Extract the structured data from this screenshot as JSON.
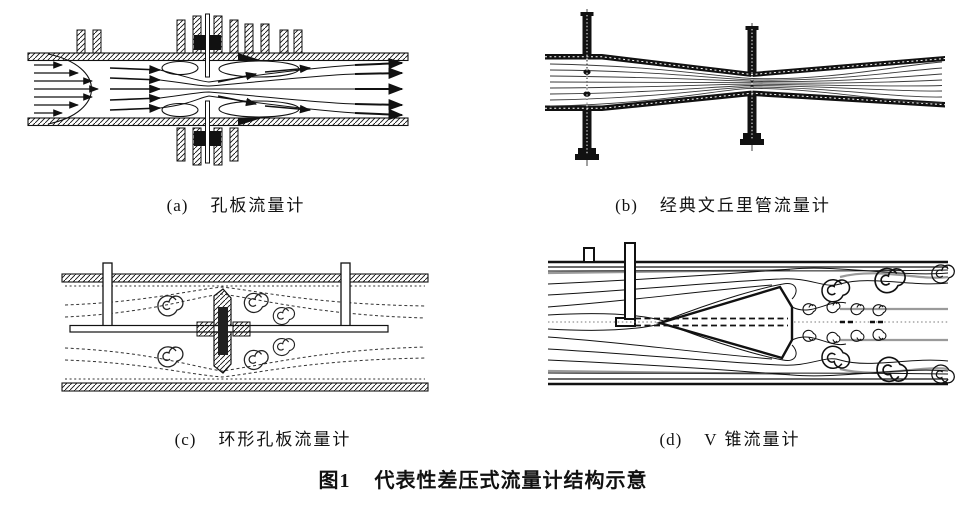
{
  "figure": {
    "caption": {
      "number": "图1",
      "text": "代表性差压式流量计结构示意"
    },
    "panels": [
      {
        "tag": "(a)",
        "title": "孔板流量计"
      },
      {
        "tag": "(b)",
        "title": "经典文丘里管流量计"
      },
      {
        "tag": "(c)",
        "title": "环形孔板流量计"
      },
      {
        "tag": "(d)",
        "title": "V 锥流量计"
      }
    ],
    "colors": {
      "ink": "#111111",
      "paper": "#ffffff",
      "gray_line": "#9a9a9a"
    }
  }
}
